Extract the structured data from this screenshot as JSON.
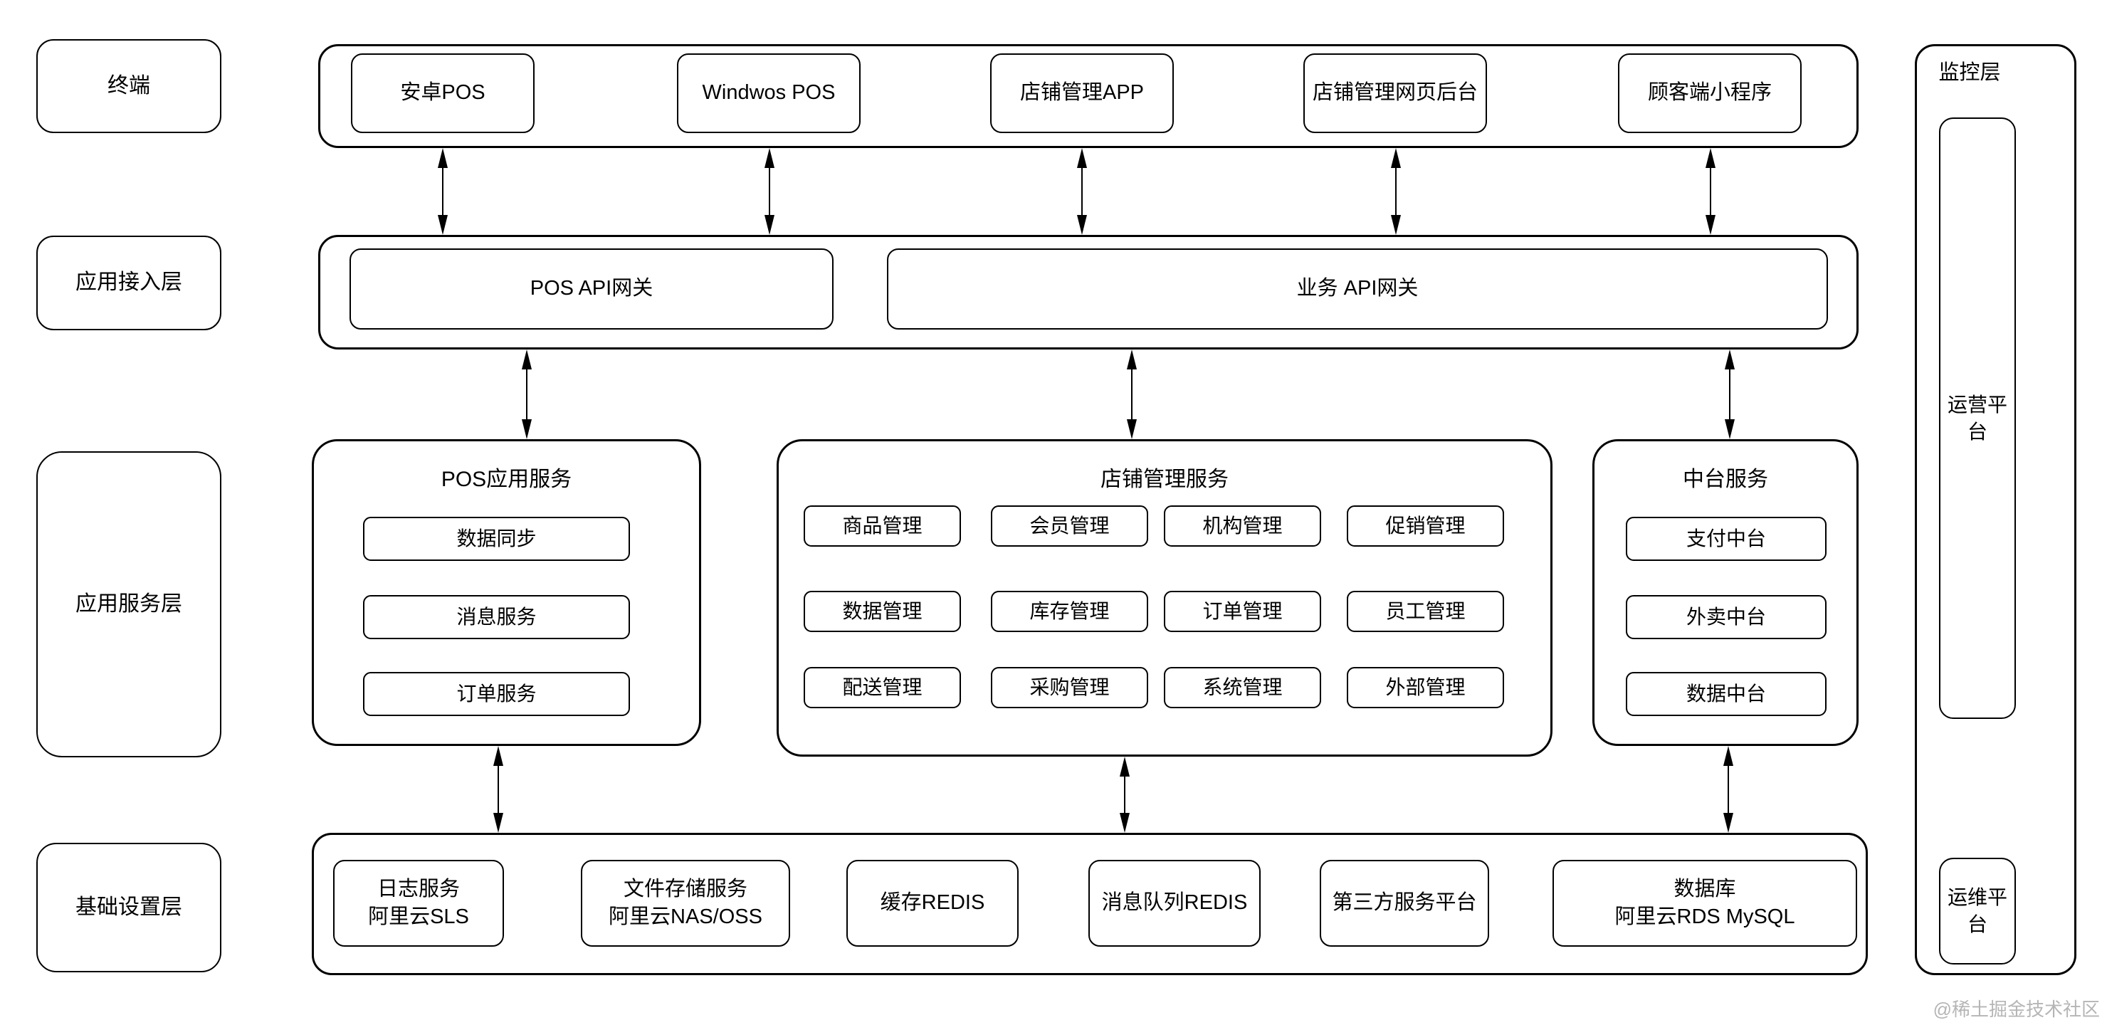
{
  "layers": [
    {
      "label": "终端"
    },
    {
      "label": "应用接入层"
    },
    {
      "label": "应用服务层"
    },
    {
      "label": "基础设置层"
    }
  ],
  "terminals": [
    {
      "label": "安卓POS"
    },
    {
      "label": "Windwos POS"
    },
    {
      "label": "店铺管理APP"
    },
    {
      "label": "店铺管理网页后台"
    },
    {
      "label": "顾客端小程序"
    }
  ],
  "gateways": [
    {
      "label": "POS API网关"
    },
    {
      "label": "业务 API网关"
    }
  ],
  "pos_services": {
    "title": "POS应用服务",
    "items": [
      {
        "label": "数据同步"
      },
      {
        "label": "消息服务"
      },
      {
        "label": "订单服务"
      }
    ]
  },
  "shop_services": {
    "title": "店铺管理服务",
    "items": [
      {
        "label": "商品管理"
      },
      {
        "label": "会员管理"
      },
      {
        "label": "机构管理"
      },
      {
        "label": "促销管理"
      },
      {
        "label": "数据管理"
      },
      {
        "label": "库存管理"
      },
      {
        "label": "订单管理"
      },
      {
        "label": "员工管理"
      },
      {
        "label": "配送管理"
      },
      {
        "label": "采购管理"
      },
      {
        "label": "系统管理"
      },
      {
        "label": "外部管理"
      }
    ]
  },
  "middle_services": {
    "title": "中台服务",
    "items": [
      {
        "label": "支付中台"
      },
      {
        "label": "外卖中台"
      },
      {
        "label": "数据中台"
      }
    ]
  },
  "infrastructure": [
    {
      "line1": "日志服务",
      "line2": "阿里云SLS"
    },
    {
      "line1": "文件存储服务",
      "line2": "阿里云NAS/OSS"
    },
    {
      "line1": "缓存REDIS",
      "line2": ""
    },
    {
      "line1": "消息队列REDIS",
      "line2": ""
    },
    {
      "line1": "第三方服务平台",
      "line2": ""
    },
    {
      "line1": "数据库",
      "line2": "阿里云RDS MySQL"
    }
  ],
  "monitoring": {
    "title": "监控层",
    "items": [
      {
        "label": "运营平台"
      },
      {
        "label": "运维平台"
      }
    ]
  },
  "watermark": "@稀土掘金技术社区",
  "colors": {
    "stroke": "#000000",
    "background": "#ffffff",
    "watermark": "#b5b5b5"
  }
}
